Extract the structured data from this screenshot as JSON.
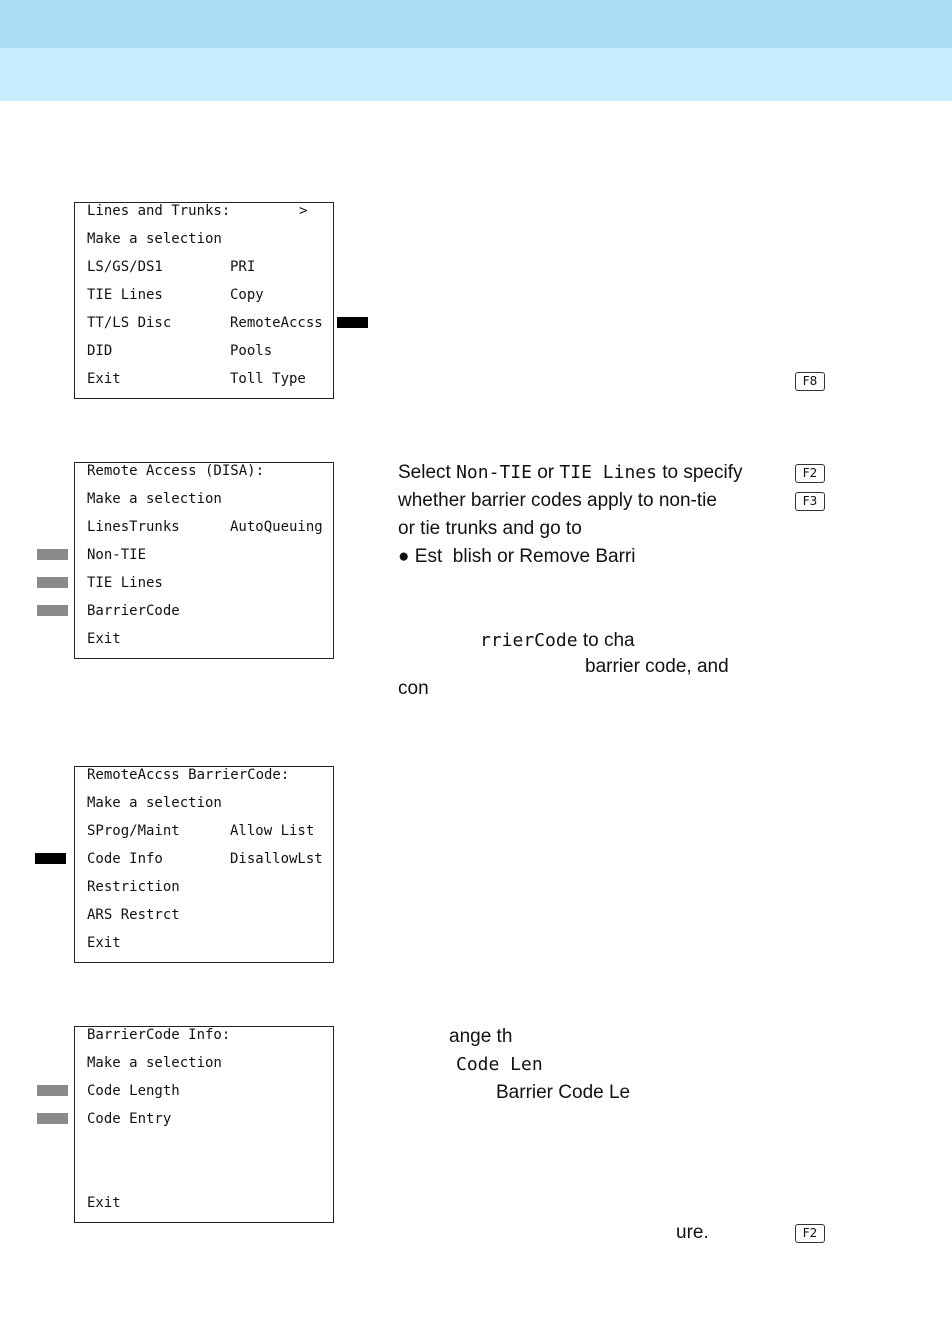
{
  "screens": {
    "lines_trunks": {
      "title": "Lines and Trunks:",
      "arrow": ">",
      "prompt": "Make a selection",
      "rows": [
        [
          "LS/GS/DS1",
          "PRI"
        ],
        [
          "TIE Lines",
          "Copy"
        ],
        [
          "TT/LS Disc",
          "RemoteAccss"
        ],
        [
          "DID",
          "Pools"
        ],
        [
          "Exit",
          "Toll Type"
        ]
      ]
    },
    "remote_access": {
      "title": "Remote Access (DISA):",
      "prompt": "Make a selection",
      "rows": [
        [
          "LinesTrunks",
          "AutoQueuing"
        ],
        [
          "Non-TIE",
          ""
        ],
        [
          "TIE Lines",
          ""
        ],
        [
          "BarrierCode",
          ""
        ],
        [
          "Exit",
          ""
        ]
      ]
    },
    "barrier_code": {
      "title": "RemoteAccss BarrierCode:",
      "prompt": "Make a selection",
      "rows": [
        [
          "SProg/Maint",
          "Allow List"
        ],
        [
          "Code Info",
          "DisallowLst"
        ],
        [
          "Restriction",
          ""
        ],
        [
          "ARS Restrct",
          ""
        ],
        [
          "Exit",
          ""
        ]
      ]
    },
    "code_info": {
      "title": "BarrierCode Info:",
      "prompt": "Make a selection",
      "rows": [
        [
          "Code Length",
          ""
        ],
        [
          "Code Entry",
          ""
        ],
        [
          "",
          ""
        ],
        [
          "",
          ""
        ],
        [
          "Exit",
          ""
        ]
      ]
    }
  },
  "fkeys": {
    "f8": "F8",
    "f2_a": "F2",
    "f3": "F3",
    "f2_b": "F2"
  },
  "text": {
    "sel_word": "Select",
    "non_tie": "Non-TIE",
    "or_word": "or",
    "tie_lines": "TIE Lines",
    "to_specify": "to specify",
    "line2": "whether barrier codes apply to non-tie",
    "line3": "or tie trunks and go to",
    "bullet": "●",
    "line4": "Est  blish or Remove Barri",
    "frag_rriercode": "rrierCode",
    "frag_to_cha": "to cha",
    "frag_barrier_code_and": "barrier code, and",
    "frag_con": "con",
    "frag_ange_th": "ange th",
    "frag_code_len": "Code Len",
    "frag_barrier_code_le": "Barrier Code Le",
    "frag_ure": "ure."
  }
}
